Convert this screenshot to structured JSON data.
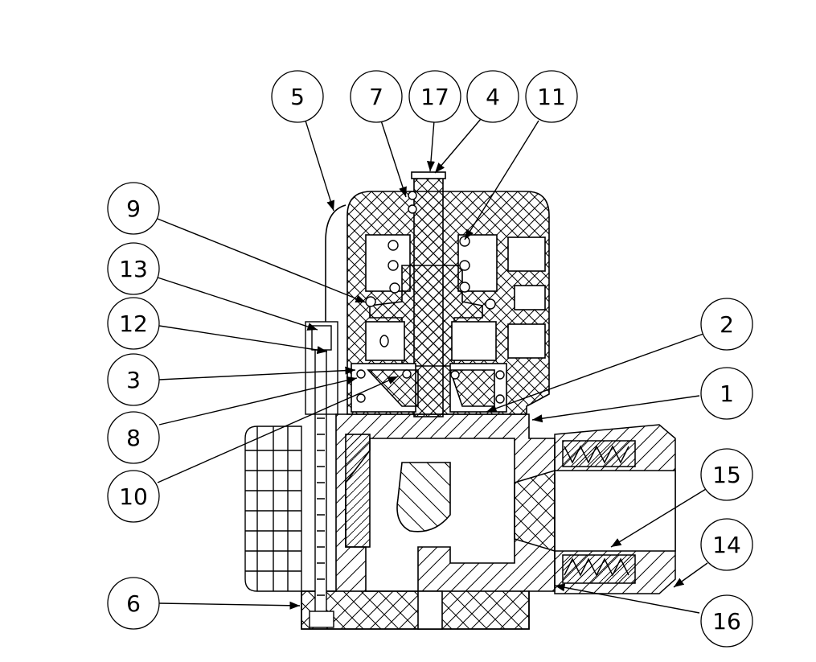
{
  "diagram": {
    "type": "mechanical-section-view",
    "line_color": "#000000",
    "background": "#ffffff",
    "balloons": [
      {
        "id": "b5",
        "label": "5"
      },
      {
        "id": "b7",
        "label": "7"
      },
      {
        "id": "b17",
        "label": "17"
      },
      {
        "id": "b4",
        "label": "4"
      },
      {
        "id": "b11",
        "label": "11"
      },
      {
        "id": "b9",
        "label": "9"
      },
      {
        "id": "b13",
        "label": "13"
      },
      {
        "id": "b12",
        "label": "12"
      },
      {
        "id": "b3",
        "label": "3"
      },
      {
        "id": "b8",
        "label": "8"
      },
      {
        "id": "b10",
        "label": "10"
      },
      {
        "id": "b6",
        "label": "6"
      },
      {
        "id": "b2",
        "label": "2"
      },
      {
        "id": "b1",
        "label": "1"
      },
      {
        "id": "b15",
        "label": "15"
      },
      {
        "id": "b14",
        "label": "14"
      },
      {
        "id": "b16",
        "label": "16"
      }
    ]
  }
}
